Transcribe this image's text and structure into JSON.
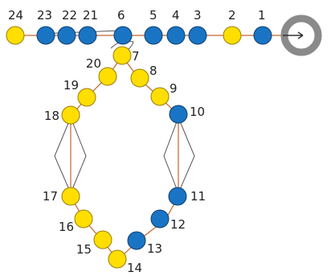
{
  "colors": {
    "yellow_bead": "#ffde00",
    "yellow_bead_stroke": "#9a7d00",
    "blue_bead": "#1a74c4",
    "blue_bead_stroke": "#0d3f6e",
    "thread": "#c4642c",
    "guide_line": "#555555",
    "ring_outer": "#8a8a8a",
    "ring_inner_fill": "#ffffff",
    "label": "#222222"
  },
  "beads": [
    {
      "number": "1",
      "color": "blue"
    },
    {
      "number": "2",
      "color": "yellow"
    },
    {
      "number": "3",
      "color": "blue"
    },
    {
      "number": "4",
      "color": "blue"
    },
    {
      "number": "5",
      "color": "blue"
    },
    {
      "number": "6",
      "color": "blue"
    },
    {
      "number": "7",
      "color": "yellow"
    },
    {
      "number": "8",
      "color": "yellow"
    },
    {
      "number": "9",
      "color": "yellow"
    },
    {
      "number": "10",
      "color": "blue"
    },
    {
      "number": "11",
      "color": "blue"
    },
    {
      "number": "12",
      "color": "blue"
    },
    {
      "number": "13",
      "color": "blue"
    },
    {
      "number": "14",
      "color": "yellow"
    },
    {
      "number": "15",
      "color": "yellow"
    },
    {
      "number": "16",
      "color": "yellow"
    },
    {
      "number": "17",
      "color": "yellow"
    },
    {
      "number": "18",
      "color": "yellow"
    },
    {
      "number": "19",
      "color": "yellow"
    },
    {
      "number": "20",
      "color": "yellow"
    },
    {
      "number": "21",
      "color": "blue"
    },
    {
      "number": "22",
      "color": "blue"
    },
    {
      "number": "23",
      "color": "blue"
    },
    {
      "number": "24",
      "color": "yellow"
    }
  ]
}
